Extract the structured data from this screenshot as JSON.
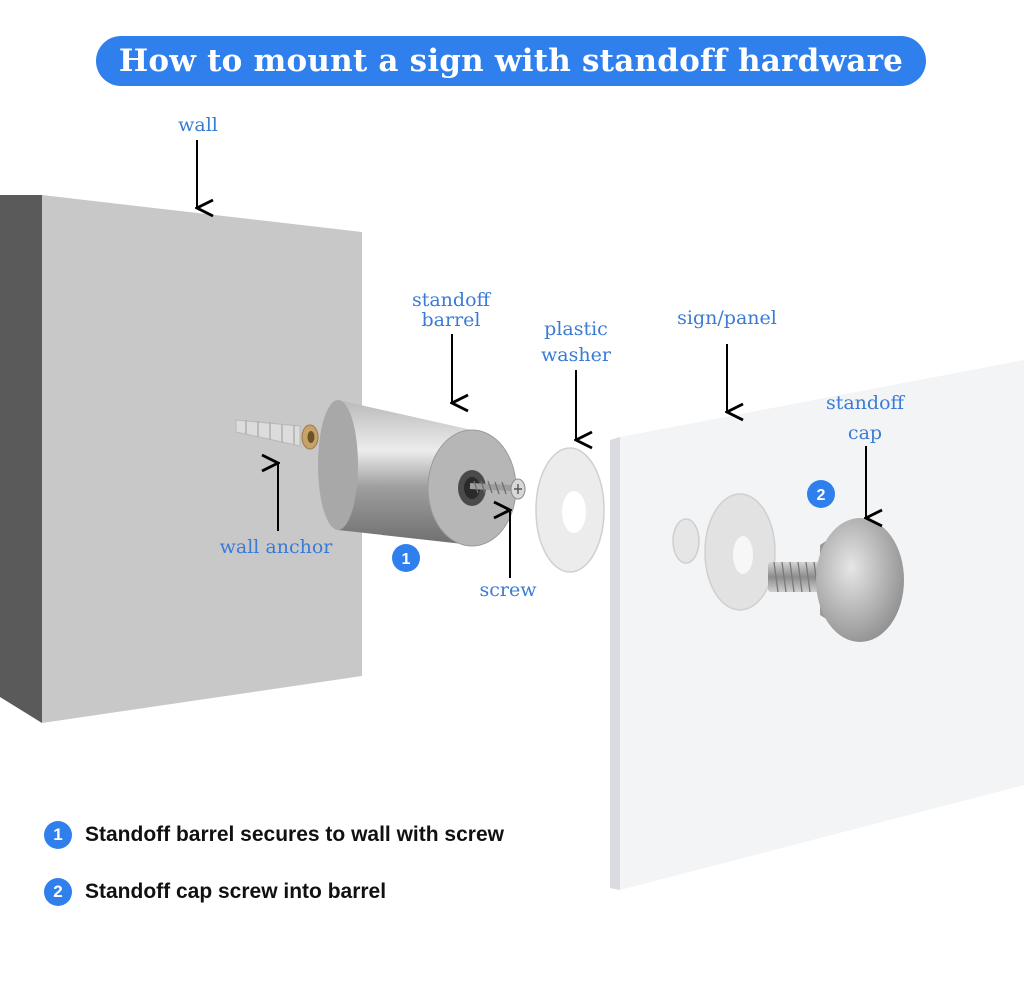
{
  "title": "How to mount a sign with standoff hardware",
  "labels": {
    "wall": "wall",
    "standoff_barrel_1": "standoff",
    "standoff_barrel_2": "barrel",
    "plastic_washer_1": "plastic",
    "plastic_washer_2": "washer",
    "sign_panel": "sign/panel",
    "standoff_cap_1": "standoff",
    "standoff_cap_2": "cap",
    "wall_anchor": "wall anchor",
    "screw": "screw"
  },
  "badges": {
    "one": "1",
    "two": "2"
  },
  "legend": [
    {
      "num": "1",
      "text": "Standoff barrel secures to wall with screw"
    },
    {
      "num": "2",
      "text": "Standoff cap screw into barrel"
    }
  ],
  "colors": {
    "accent": "#2f80ed",
    "label_text": "#3a7bd5",
    "wall_face": "#c8c8c8",
    "wall_edge": "#5a5a5a",
    "panel_face": "#f3f4f6"
  },
  "icons": {
    "arrow": "down-arrow-icon"
  }
}
